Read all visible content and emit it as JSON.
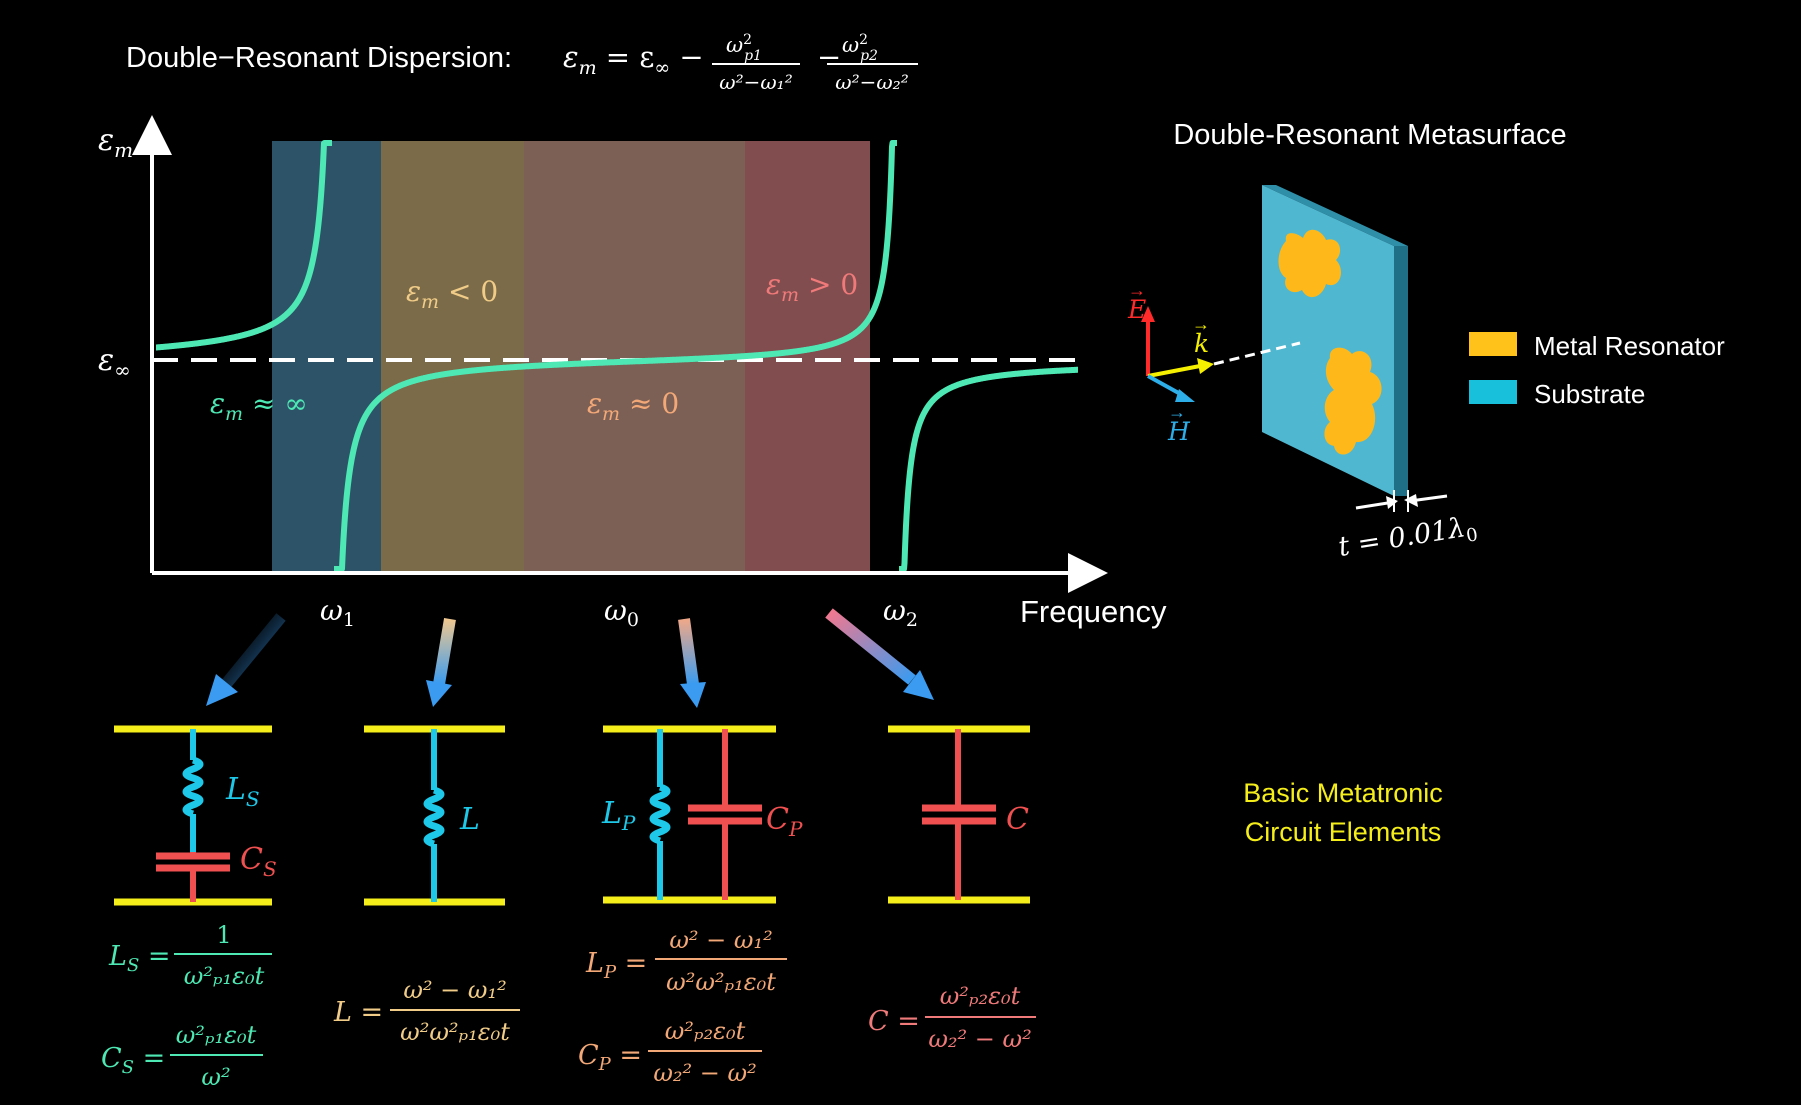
{
  "title": {
    "prefix": "Double−Resonant Dispersion: ",
    "lhs": "ε",
    "lhs_sub": "m",
    "eq": " = ε",
    "inf_sub": "∞",
    "minus": " − ",
    "t1_num": "ω",
    "t1_num_sup": "2",
    "t1_num_sub": "p1",
    "t1_den": "ω²−ω₁²",
    "t2_num": "ω",
    "t2_num_sup": "2",
    "t2_num_sub": "p2",
    "t2_den": "ω²−ω₂²"
  },
  "plot": {
    "y_axis_symbol": "ε",
    "y_axis_sub": "m",
    "y_ref_symbol": "ε",
    "y_ref_sub": "∞",
    "x_axis_label": "Frequency",
    "ticks": [
      {
        "id": "w1",
        "sym": "ω",
        "sub": "1"
      },
      {
        "id": "w0",
        "sym": "ω",
        "sub": "0"
      },
      {
        "id": "w2",
        "sym": "ω",
        "sub": "2"
      }
    ],
    "regions": [
      {
        "id": "near-infinite",
        "sym": "ε",
        "sub": "m",
        "rel": " ≈ ∞",
        "color": "#4de8b4",
        "fill": "#3a6a85"
      },
      {
        "id": "negative",
        "sym": "ε",
        "sub": "m",
        "rel": " < 0",
        "color": "#f0cc88",
        "fill": "#8c7a52"
      },
      {
        "id": "near-zero",
        "sym": "ε",
        "sub": "m",
        "rel": " ≈ 0",
        "color": "#f3a877",
        "fill": "#8a6a5e"
      },
      {
        "id": "positive",
        "sym": "ε",
        "sub": "m",
        "rel": " > 0",
        "color": "#f07a7a",
        "fill": "#8f5558"
      }
    ],
    "curve_color": "#4de8b4"
  },
  "metasurface": {
    "title": "Double-Resonant Metasurface",
    "e_field": "E",
    "h_field": "H",
    "k_vector": "k",
    "thickness_prefix": "t = 0.01λ",
    "thickness_sub": "0",
    "legend": [
      {
        "label": "Metal Resonator",
        "color": "#ffc21a"
      },
      {
        "label": "Substrate",
        "color": "#19c0dc"
      }
    ],
    "colors": {
      "e": "#ff2a2a",
      "h": "#2eaee8",
      "k": "#f5f000",
      "substrate": "#4fb8d0",
      "resonator": "#ffb81a"
    }
  },
  "circuits": {
    "caption_line1": "Basic Metatronic",
    "caption_line2": "Circuit Elements",
    "caption_color": "#f5ee1a",
    "rail_color": "#f5ee1a",
    "inductor_color": "#1ec8e8",
    "capacitor_color": "#f05050",
    "series": {
      "l_label": "L",
      "l_sub": "S",
      "c_label": "C",
      "c_sub": "S",
      "f1_lhs": "L",
      "f1_lhs_sub": "S",
      "f1_num": "1",
      "f1_den": "ω²ₚ₁ε₀t",
      "f2_lhs": "C",
      "f2_lhs_sub": "S",
      "f2_num": "ω²ₚ₁ε₀t",
      "f2_den": "ω²",
      "color": "#4de8b4"
    },
    "inductor": {
      "l_label": "L",
      "f_lhs": "L",
      "f_num": "ω² − ω₁²",
      "f_den": "ω²ω²ₚ₁ε₀t",
      "color": "#f0cc88"
    },
    "parallel": {
      "l_label": "L",
      "l_sub": "P",
      "c_label": "C",
      "c_sub": "P",
      "f1_lhs": "L",
      "f1_lhs_sub": "P",
      "f1_num": "ω² − ω₁²",
      "f1_den": "ω²ω²ₚ₁ε₀t",
      "f2_lhs": "C",
      "f2_lhs_sub": "P",
      "f2_num": "ω²ₚ₂ε₀t",
      "f2_den": "ω₂² − ω²",
      "color": "#f3a877"
    },
    "capacitor": {
      "c_label": "C",
      "f_lhs": "C",
      "f_num": "ω²ₚ₂ε₀t",
      "f_den": "ω₂² − ω²",
      "color": "#f07a7a"
    }
  }
}
